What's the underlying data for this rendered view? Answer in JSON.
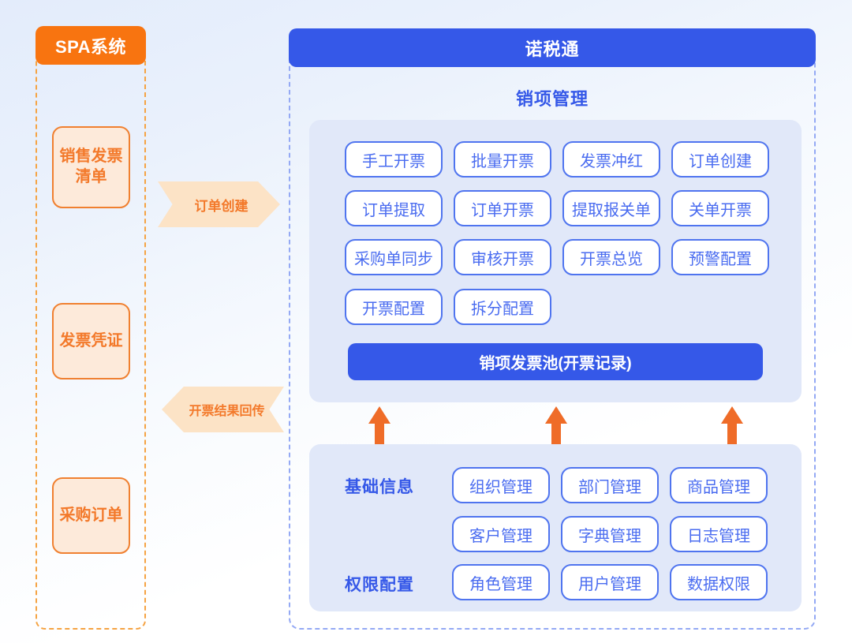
{
  "colors": {
    "orange": "#f87410",
    "orange_light": "#fdeada",
    "orange_border": "#f08030",
    "arrow_fill": "#fce3c6",
    "blue": "#3558e8",
    "blue_border": "#4f74ef",
    "card_bg": "#e1e8f9",
    "dashed_blue": "#94a9f4",
    "dashed_orange": "#f5a343"
  },
  "left_system": {
    "header": "SPA系统",
    "boxes": [
      {
        "label": "销售发票清单"
      },
      {
        "label": "发票凭证"
      },
      {
        "label": "采购订单"
      }
    ]
  },
  "flows": [
    {
      "label": "订单创建",
      "direction": "right"
    },
    {
      "label": "开票结果回传",
      "direction": "left"
    }
  ],
  "product": {
    "title": "诺税通",
    "sales_section": {
      "title": "销项管理",
      "rows": [
        [
          "手工开票",
          "批量开票",
          "发票冲红",
          "订单创建"
        ],
        [
          "订单提取",
          "订单开票",
          "提取报关单",
          "关单开票"
        ],
        [
          "采购单同步",
          "审核开票",
          "开票总览",
          "预警配置"
        ],
        [
          "开票配置",
          "拆分配置"
        ]
      ],
      "pool": "销项发票池(开票记录)"
    },
    "base_section": {
      "groups": [
        {
          "label": "基础信息",
          "rows": [
            [
              "组织管理",
              "部门管理",
              "商品管理"
            ],
            [
              "客户管理",
              "字典管理",
              "日志管理"
            ]
          ]
        },
        {
          "label": "权限配置",
          "rows": [
            [
              "角色管理",
              "用户管理",
              "数据权限"
            ]
          ]
        }
      ]
    },
    "up_arrows": 3
  }
}
